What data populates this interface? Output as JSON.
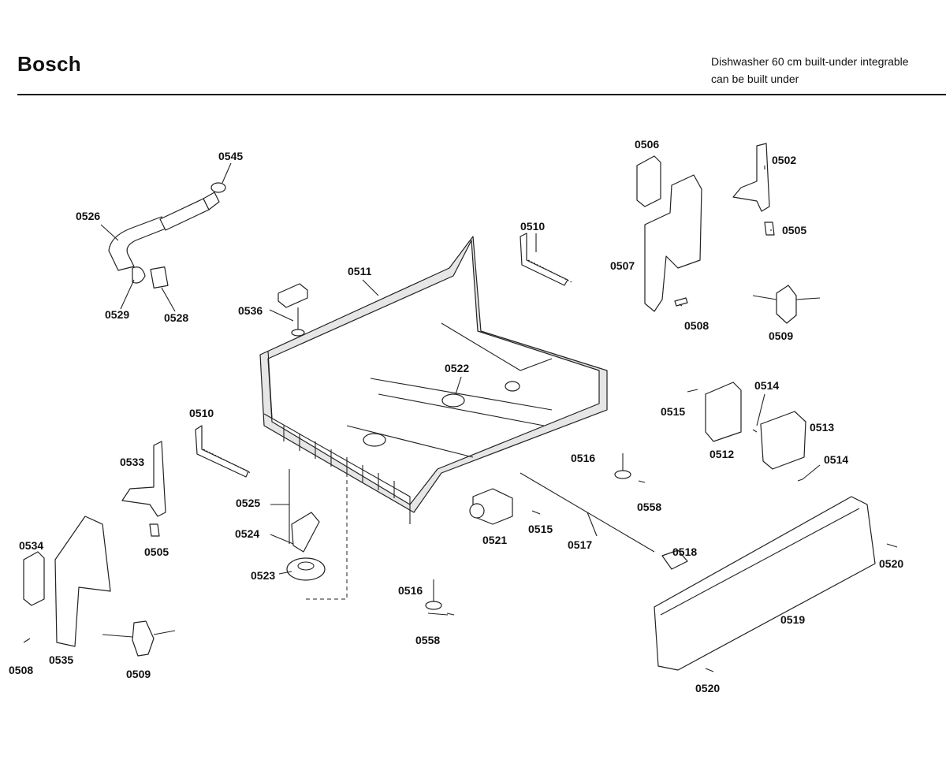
{
  "header": {
    "brand": "Bosch",
    "description_line1": "Dishwasher 60 cm built-under integrable",
    "description_line2": "can be built under"
  },
  "callouts": [
    "0545",
    "0526",
    "0529",
    "0528",
    "0536",
    "0511",
    "0510",
    "0506",
    "0502",
    "0507",
    "0505",
    "0508",
    "0509",
    "0522",
    "0514",
    "0515",
    "0513",
    "0512",
    "0510",
    "0533",
    "0516",
    "0514",
    "0558",
    "0525",
    "0505",
    "0524",
    "0521",
    "0515",
    "0517",
    "0518",
    "0520",
    "0534",
    "0523",
    "0516",
    "0519",
    "0558",
    "0508",
    "0535",
    "0509",
    "0520"
  ]
}
